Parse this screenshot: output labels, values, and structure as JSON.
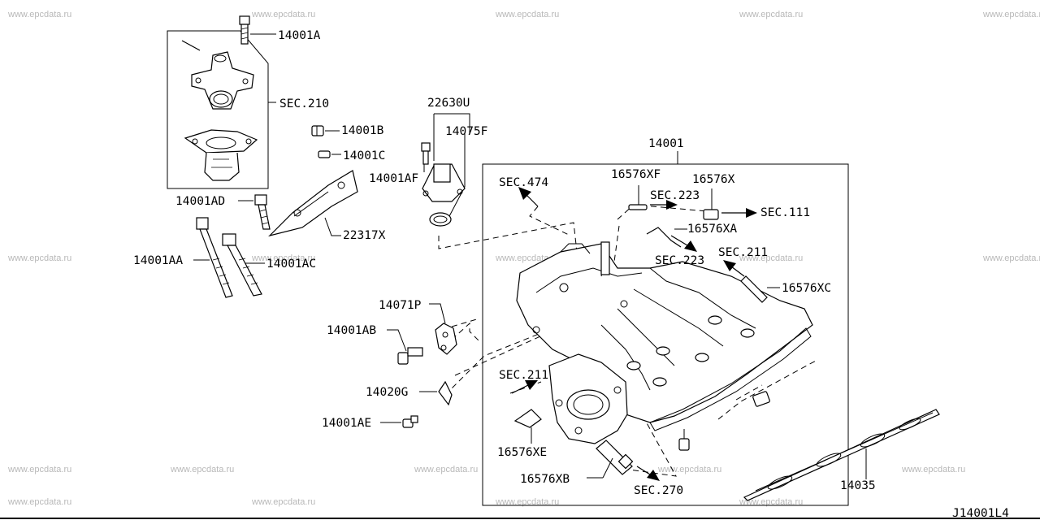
{
  "watermark": "www.epcdata.ru",
  "diagram_code": "J14001L4",
  "labels": {
    "p14001a": "14001A",
    "sec210": "SEC.210",
    "p14001b": "14001B",
    "p14001c": "14001C",
    "p22630u": "22630U",
    "p14075f": "14075F",
    "p14001af": "14001AF",
    "p14001ad": "14001AD",
    "p22317x": "22317X",
    "p14001aa": "14001AA",
    "p14001ac": "14001AC",
    "p14001": "14001",
    "sec474": "SEC.474",
    "p16576xf": "16576XF",
    "sec223a": "SEC.223",
    "p16576x": "16576X",
    "sec111": "SEC.111",
    "p16576xa": "16576XA",
    "sec223b": "SEC.223",
    "sec211a": "SEC.211",
    "p16576xc": "16576XC",
    "p14071p": "14071P",
    "p14001ab": "14001AB",
    "sec211b": "SEC.211",
    "p14020g": "14020G",
    "p14001ae": "14001AE",
    "p16576xe": "16576XE",
    "p16576xb": "16576XB",
    "sec270": "SEC.270",
    "p14035": "14035"
  }
}
